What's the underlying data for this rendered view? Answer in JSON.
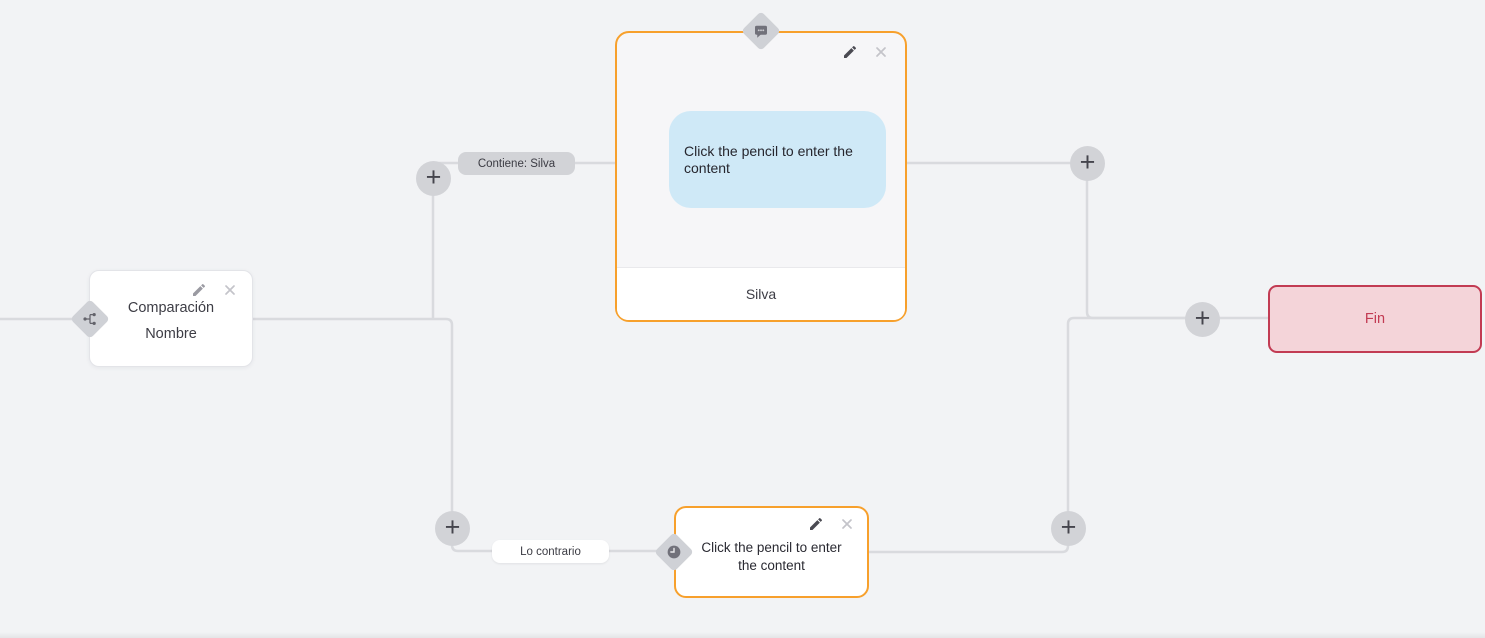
{
  "colors": {
    "canvas_bg": "#f2f3f5",
    "connector": "#d9dade",
    "accent_orange": "#f7a02c",
    "end_red": "#c23b53",
    "end_pink_bg": "#f4d4d9",
    "bubble_blue": "#cfe9f7",
    "handle_diamond_gray": "#cfd1d6",
    "plus_circle_gray": "#d2d3d7"
  },
  "plus_label": "+",
  "edges": {
    "top_condition_label": "Contiene: Silva",
    "bottom_condition_label": "Lo contrario"
  },
  "nodes": {
    "comparison": {
      "title": "Comparación",
      "subtitle": "Nombre"
    },
    "message": {
      "bubble_placeholder": "Click the pencil to enter the content",
      "footer_label": "Silva"
    },
    "delay": {
      "placeholder": "Click the pencil to enter the content"
    },
    "end": {
      "label": "Fin"
    }
  },
  "icons": {
    "comparison_badge": "branch-icon",
    "message_badge": "chat-bubble-icon",
    "delay_badge": "clock-icon",
    "edit": "pencil-icon",
    "delete": "close-icon"
  }
}
